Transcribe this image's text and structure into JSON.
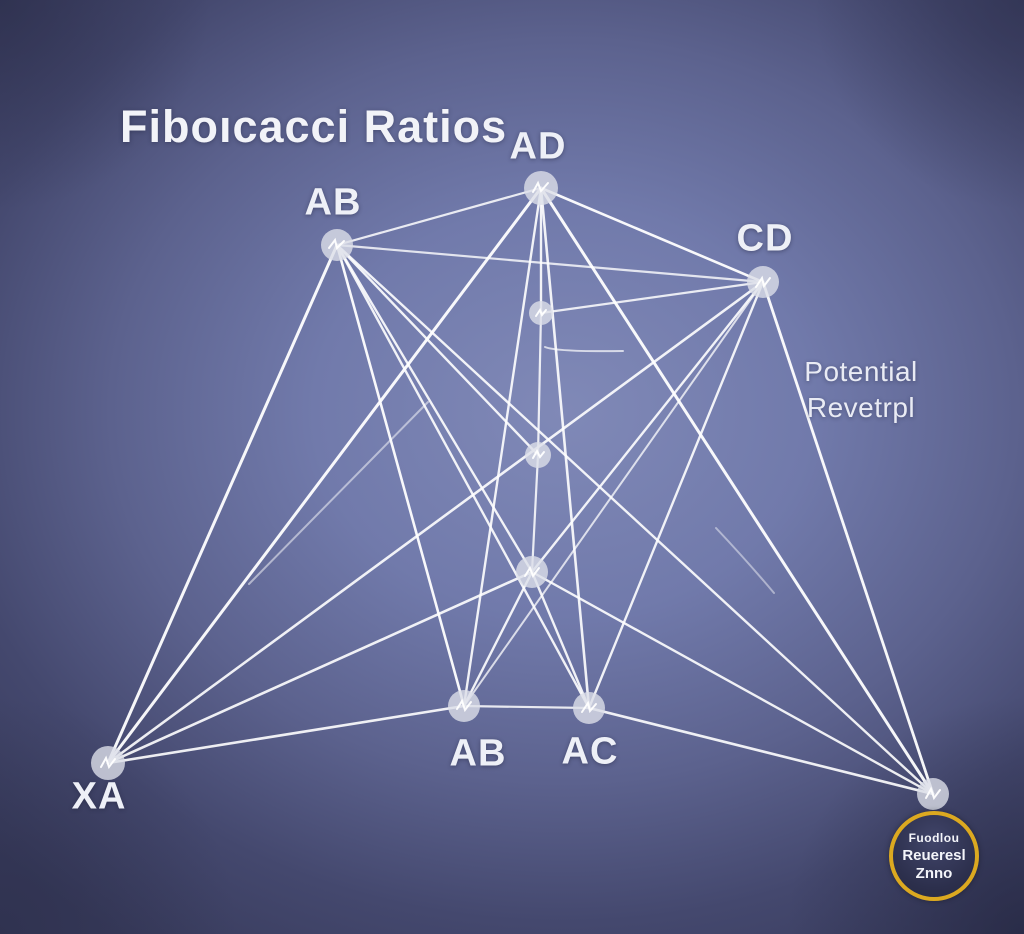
{
  "title": "Fiboıcacci Ratios",
  "annotation": {
    "line1": "Potential",
    "line2": "Revetrpl"
  },
  "node_labels": {
    "ab_top": "AB",
    "ad": "AD",
    "cd": "CD",
    "xa": "XA",
    "ab_bottom": "AB",
    "ac": "AC"
  },
  "badge": {
    "line1": "Fuodlou",
    "line2": "Reueresl",
    "line3": "Znno"
  },
  "diagram": {
    "type": "node-link pattern diagram (harmonic / fibonacci ratio style web of white lines)",
    "labeled_points": [
      "AB (upper left)",
      "AD (top center)",
      "CD (upper right)",
      "XA (bottom left)",
      "AB (bottom center-left)",
      "AC (bottom center-right)"
    ],
    "unlabeled_points": 4,
    "connections_note": "every labeled apex fans out with straight white lines to the lower points and to each other"
  },
  "colors": {
    "background_center": "#8089b7",
    "background_edge": "#3a3d5e",
    "line": "#ffffff",
    "node_fill": "#dcdfe9",
    "text": "#eef0f7",
    "badge_ring": "#dca920",
    "badge_fill": "#2c2f4c"
  }
}
